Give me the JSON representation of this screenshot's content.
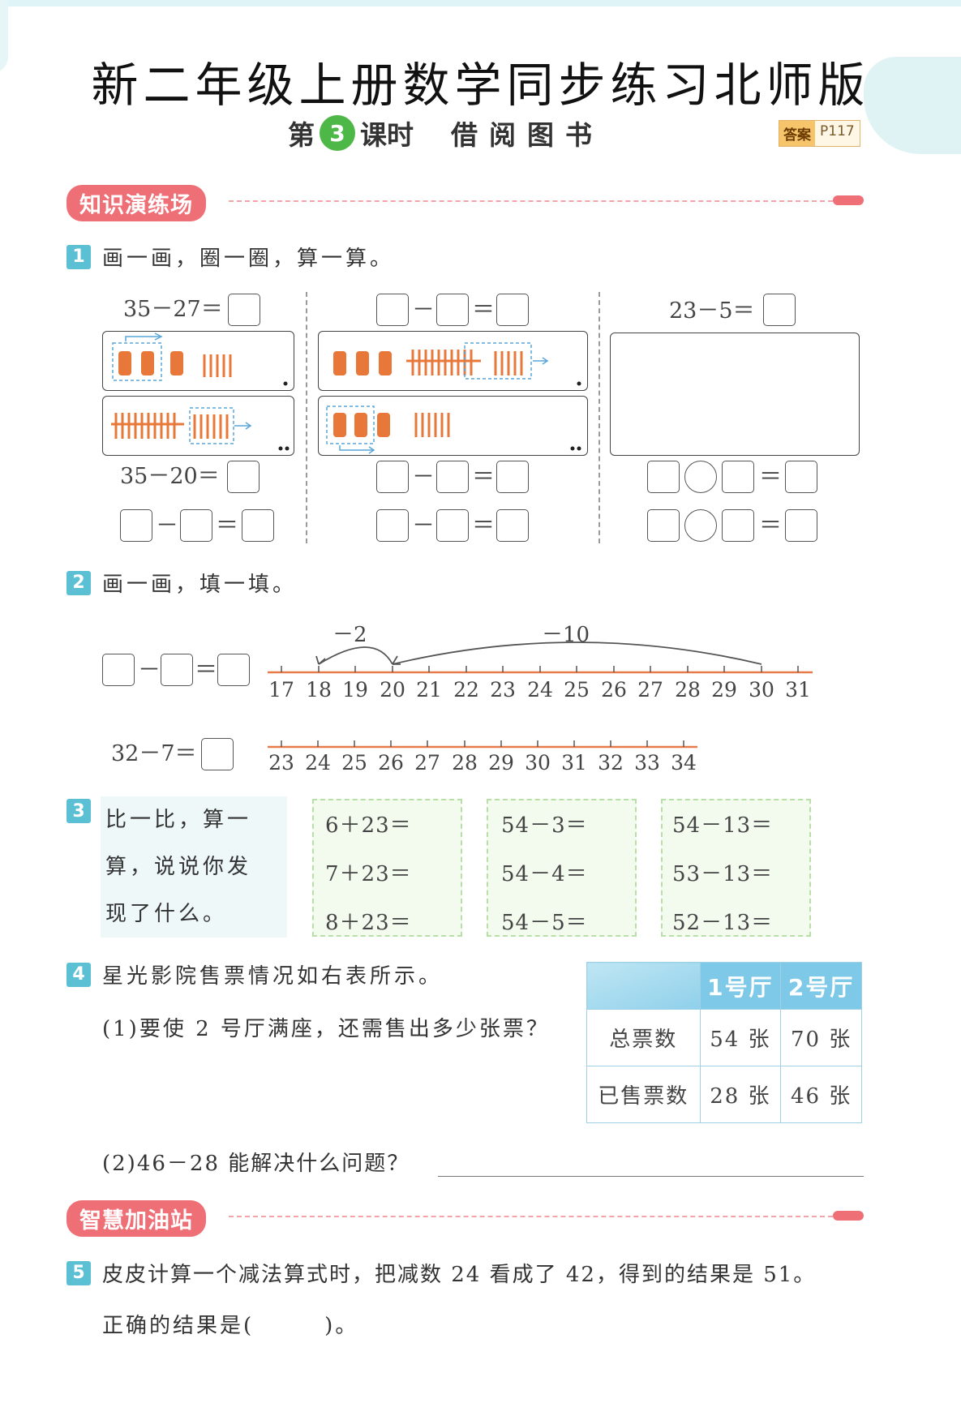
{
  "header": {
    "title": "新二年级上册数学同步练习北师版",
    "lesson_prefix": "第",
    "lesson_number": "3",
    "lesson_suffix": "课时",
    "lesson_name": "借阅图书",
    "answer_key": "答案",
    "answer_page": "P117"
  },
  "sections": {
    "knowledge": "知识演练场",
    "wisdom": "智慧加油站"
  },
  "q1": {
    "num": "1",
    "text": "画一画，圈一圈，算一算。",
    "eq_a_top": "35－27＝",
    "eq_a_mid": "35－20＝",
    "eq_c_top": "23－5＝",
    "minus": "－",
    "equals": "＝"
  },
  "q2": {
    "num": "2",
    "text": "画一画，填一填。",
    "jump1": "－2",
    "jump2": "－10",
    "line1": [
      "17",
      "18",
      "19",
      "20",
      "21",
      "22",
      "23",
      "24",
      "25",
      "26",
      "27",
      "28",
      "29",
      "30",
      "31"
    ],
    "line2": [
      "23",
      "24",
      "25",
      "26",
      "27",
      "28",
      "29",
      "30",
      "31",
      "32",
      "33",
      "34"
    ],
    "eq2": "32－7＝"
  },
  "q3": {
    "num": "3",
    "prompt_lines": [
      "比一比，算一",
      "算，说说你发",
      "现了什么。"
    ],
    "groups": [
      [
        "6＋23＝",
        "7＋23＝",
        "8＋23＝"
      ],
      [
        "54－3＝",
        "54－4＝",
        "54－5＝"
      ],
      [
        "54－13＝",
        "53－13＝",
        "52－13＝"
      ]
    ]
  },
  "q4": {
    "num": "4",
    "text": "星光影院售票情况如右表所示。",
    "sub1": "(1)要使 2 号厅满座，还需售出多少张票？",
    "sub2": "(2)46－28 能解决什么问题？",
    "table": {
      "col1": "1号厅",
      "col2": "2号厅",
      "rows": [
        {
          "label": "总票数",
          "v1": "54 张",
          "v2": "70 张"
        },
        {
          "label": "已售票数",
          "v1": "28 张",
          "v2": "46 张"
        }
      ]
    }
  },
  "q5": {
    "num": "5",
    "line1": "皮皮计算一个减法算式时，把减数 24 看成了 42，得到的结果是 51。",
    "line2": "正确的结果是(　　　)。"
  }
}
